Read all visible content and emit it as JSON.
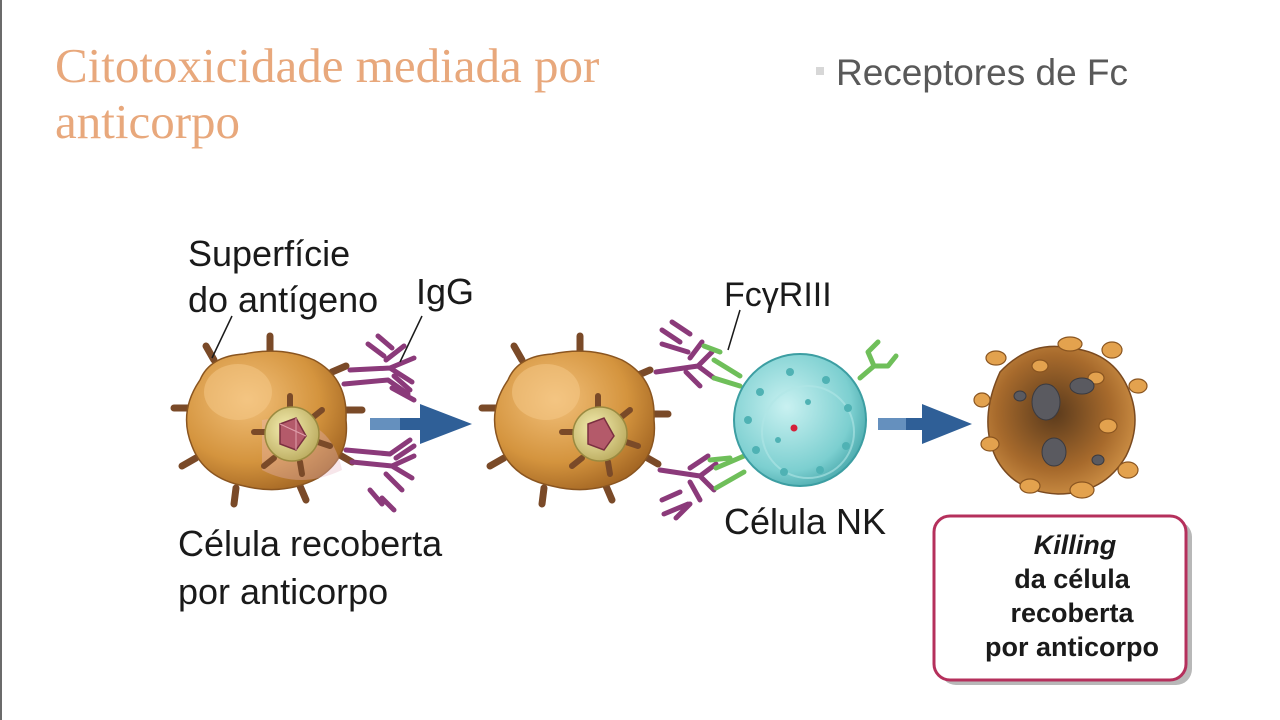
{
  "slide": {
    "title_line1": "Citotoxicidade mediada por",
    "title_line2": "anticorpo",
    "bullet": "Receptores de Fc"
  },
  "figure": {
    "label_superficie_line1": "Superfície",
    "label_superficie_line2": "do antígeno",
    "label_igg": "IgG",
    "label_fcgriii": "FcγRIII",
    "label_celula_line1": "Célula recoberta",
    "label_celula_line2": "por anticorpo",
    "label_nk": "Célula NK",
    "box_line1": "Killing",
    "box_line2": "da célula",
    "box_line3": "recoberta",
    "box_line4": "por anticorpo"
  },
  "colors": {
    "title": "#e8a87c",
    "bullet_text": "#595959",
    "cell_body": "#d4943e",
    "nk_cell": "#7ccfd0",
    "antibody": "#8b3a7a",
    "receptor": "#6fbf5a",
    "arrow": "#2f5f97",
    "box_border": "#b5305c"
  }
}
